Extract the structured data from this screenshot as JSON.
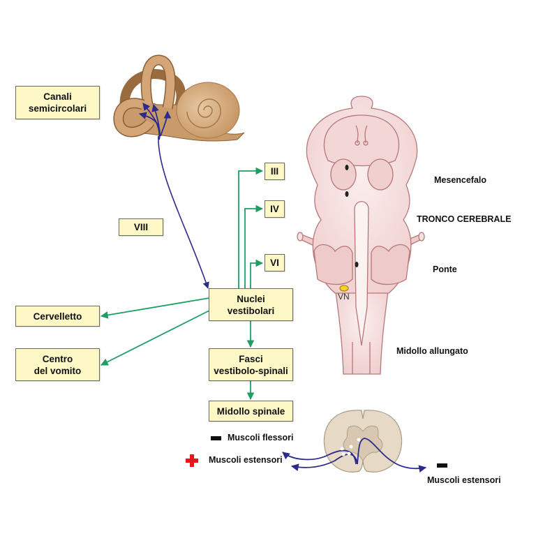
{
  "diagram": {
    "title": "Vie vestibolari",
    "boxes": {
      "canali": [
        "Canali",
        "semicircolari"
      ],
      "viii": "VIII",
      "iii": "III",
      "iv": "IV",
      "vi": "VI",
      "nuclei": [
        "Nuclei",
        "vestibolari"
      ],
      "cervelletto": "Cervelletto",
      "vomito": [
        "Centro",
        "del vomito"
      ],
      "fasci": [
        "Fasci",
        "vestibolo-spinali"
      ],
      "midollo_spinale": "Midollo spinale"
    },
    "brainstem_labels": {
      "mesencefalo": "Mesencefalo",
      "tronco": "TRONCO CEREBRALE",
      "ponte": "Ponte",
      "midollo_allungato": "Midollo allungato",
      "vn": "VN"
    },
    "muscles": {
      "flessori": {
        "sign": "minus",
        "label": "Muscoli flessori"
      },
      "estensori_left": {
        "sign": "plus",
        "label": "Muscoli estensori"
      },
      "estensori_right": {
        "sign": "minus",
        "label": "Muscoli estensori"
      }
    },
    "colors": {
      "box_fill": "#fdf8c6",
      "green_arrow": "#1e9e64",
      "blue_arrow": "#2c2a8a",
      "plus_red": "#e8141e",
      "brainstem_pink": "#f5dcdc",
      "brainstem_outline": "#b77777",
      "ear_tan": "#c99a6a",
      "spinal_beige": "#e6d9c6"
    }
  }
}
